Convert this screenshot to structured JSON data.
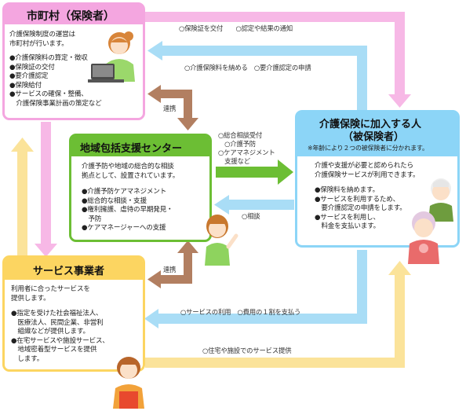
{
  "municipality": {
    "title": "市町村（保険者）",
    "intro": "介護保険制度の運営は\n市町村が行います。",
    "items": "●介護保険料の算定・徴収\n●保険証の交付\n●要介護認定\n●保険給付\n●サービスの確保・整備、\n　介護保険事業計画の策定など"
  },
  "center": {
    "title": "地域包括支援センター",
    "intro": "介護予防や地域の総合的な相談\n拠点として、設置されています。",
    "items": "●介護予防ケアマネジメント\n●総合的な相談・支援\n●権利擁護、虐待の早期発見・\n　予防\n●ケアマネージャーへの支援"
  },
  "insured": {
    "title_line1": "介護保険に加入する人",
    "title_line2": "（被保険者）",
    "note": "※年齢により２つの被保険者に分かれます。",
    "intro": "介護や支援が必要と認められたら\n介護保険サービスが利用できます。",
    "items": "●保険料を納めます。\n●サービスを利用するため、\n　要介護認定の申請をします。\n●サービスを利用し、\n　料金を支払います。"
  },
  "provider": {
    "title": "サービス事業者",
    "intro": "利用者に合ったサービスを\n提供します。",
    "items": "●指定を受けた社会福祉法人、\n　医療法人、民間企業、非営利\n　組織などが提供します。\n●在宅サービスや施設サービス、\n　地域密着型サービスを提供\n　します。"
  },
  "labels": {
    "top_right": "○保険証を交付　　○認定や結果の通知",
    "premium": "○介護保険料を納める　○要介護認定の申請",
    "renkei_top": "連携",
    "renkei_bottom": "連携",
    "center_to_insured": "○総合相談受付\n　○介護予防\n○ケアマネジメント\n　支援など",
    "consult": "○相談",
    "service_use": "○サービスの利用　○費用の１割を支払う",
    "service_provide": "○住宅や施設でのサービス提供"
  },
  "colors": {
    "pink": "#F4A6E0",
    "blue": "#8CD5F7",
    "green": "#6CBE34",
    "yellow": "#FCD561",
    "brown": "#B27F61",
    "arrow_blue": "#A9DDF6",
    "arrow_pink": "#F7B8E6",
    "arrow_yellow": "#FBE39A"
  }
}
